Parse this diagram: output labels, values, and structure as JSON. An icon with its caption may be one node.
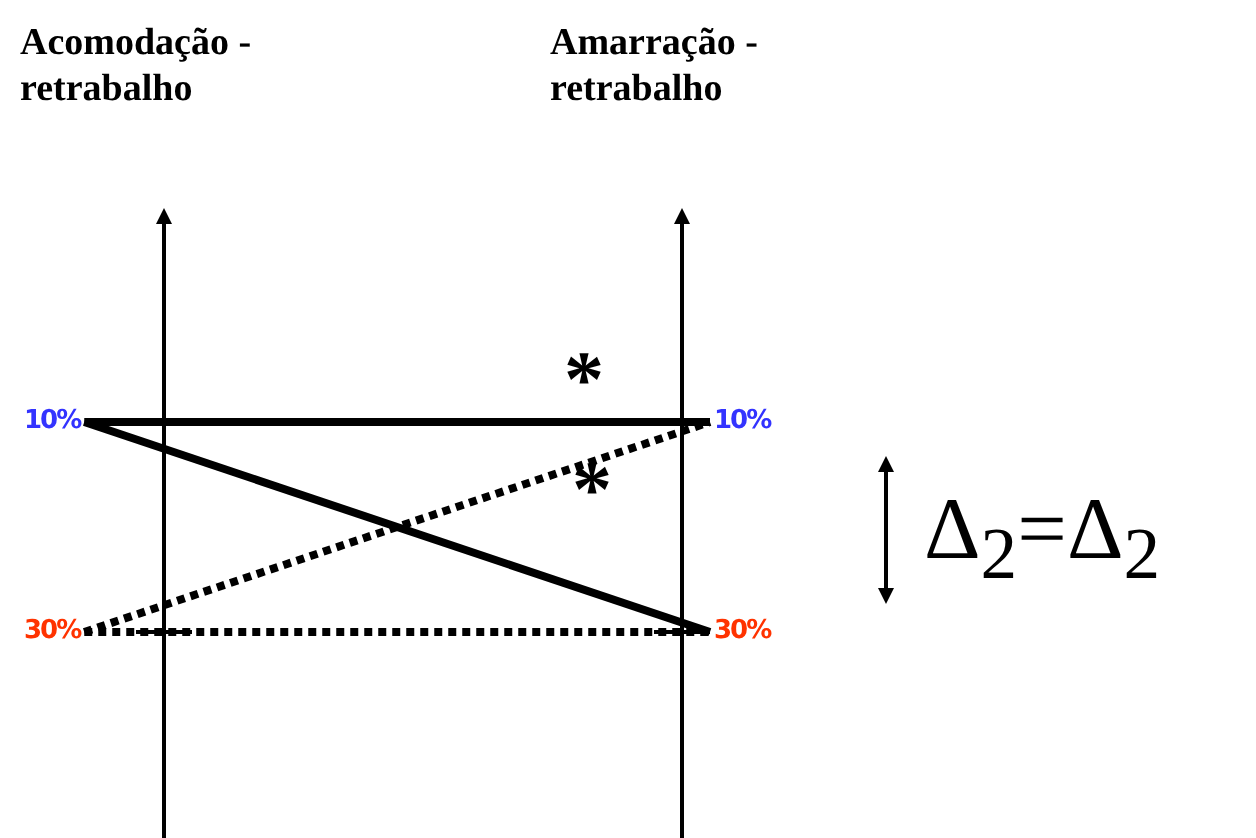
{
  "diagram": {
    "nodes": [
      {
        "text": [
          "10%"
        ]
      },
      {
        "text": [
          "30%"
        ]
      },
      {
        "text": [
          "10%"
        ]
      },
      {
        "text": [
          "30%"
        ]
      }
    ],
    "edges": [
      {
        "from": 0,
        "to": 2,
        "arrow": "none"
      },
      {
        "from": 0,
        "to": 3,
        "arrow": "none"
      },
      {
        "from": 1,
        "to": 2,
        "arrow": "none",
        "style": "dashed"
      },
      {
        "from": 1,
        "to": 3,
        "arrow": "none",
        "style": "dashed"
      }
    ],
    "labels": [
      "Acomodação - retrabalho",
      "Amarração - retrabalho",
      "*",
      "*",
      "Δ$_{2}$=Δ$_{2}$"
    ]
  }
}
